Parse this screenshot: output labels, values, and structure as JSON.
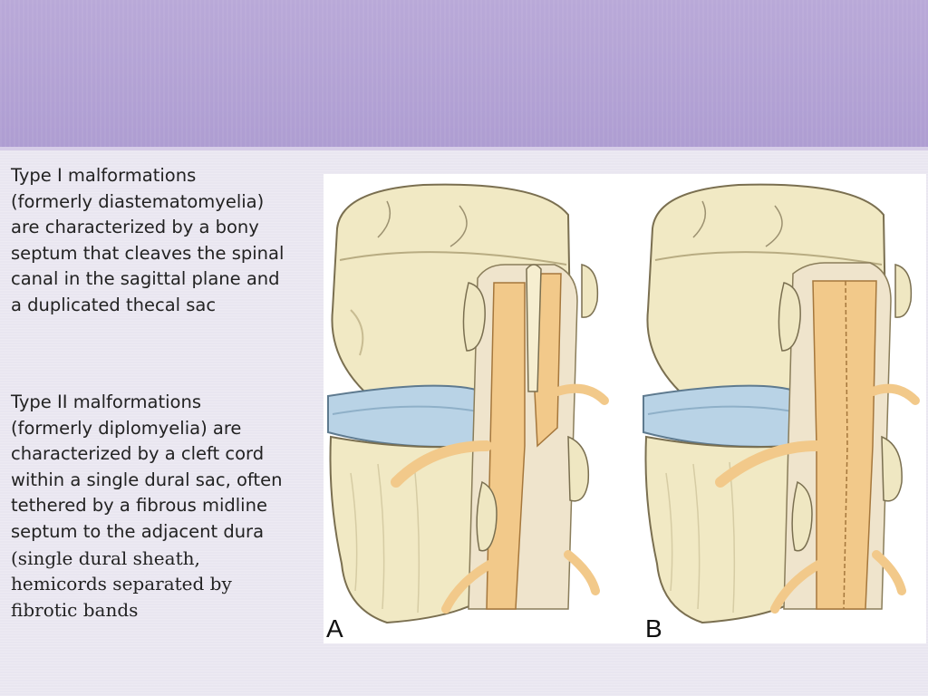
{
  "slide": {
    "paragraph_1": [
      "Type I malformations",
      "(formerly diastematomyelia)",
      "are characterized by a bony",
      "septum that cleaves the spinal",
      "canal in the sagittal plane and",
      "a duplicated thecal sac"
    ],
    "paragraph_2_sans": [
      "Type II malformations",
      "(formerly diplomyelia) are",
      "characterized by a cleft cord",
      "within a single dural sac, often",
      "tethered by a fibrous midline",
      "septum to the adjacent dura"
    ],
    "paragraph_2_serif": [
      "(single dural sheath,",
      "hemicords separated by",
      "fibrotic bands"
    ]
  },
  "figure": {
    "label_a": "A",
    "label_b": "B"
  },
  "colors": {
    "header": "#b4a4d6",
    "background": "#ebe8f2",
    "bone": "#f1e9c4",
    "disc": "#b9d3e6",
    "cord": "#f2c98a"
  }
}
